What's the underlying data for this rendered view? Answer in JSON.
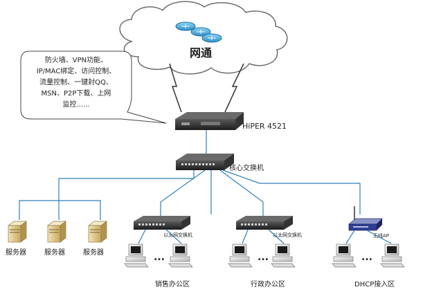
{
  "cloud": {
    "label": "网通"
  },
  "callout": {
    "lines": [
      "防火墙、VPN功能、",
      "IP/MAC绑定、访问控制、",
      "流量控制、一键封QQ、",
      "MSN、P2P下载、上网",
      "监控......"
    ]
  },
  "router": {
    "label": "HiPER 4521"
  },
  "core_switch": {
    "label": "核心交换机"
  },
  "servers": {
    "labels": [
      "服务器",
      "服务器",
      "服务器"
    ]
  },
  "zones": [
    {
      "switch_label": "以太网交换机",
      "zone_label": "销售办公区"
    },
    {
      "switch_label": "以太网交换机",
      "zone_label": "行政办公区"
    },
    {
      "switch_label": "无线AP",
      "zone_label": "DHCP接入区"
    }
  ],
  "colors": {
    "link": "#2d7fb8",
    "device": "#2b2b2b",
    "cloud_edge": "#6d6d6d"
  }
}
